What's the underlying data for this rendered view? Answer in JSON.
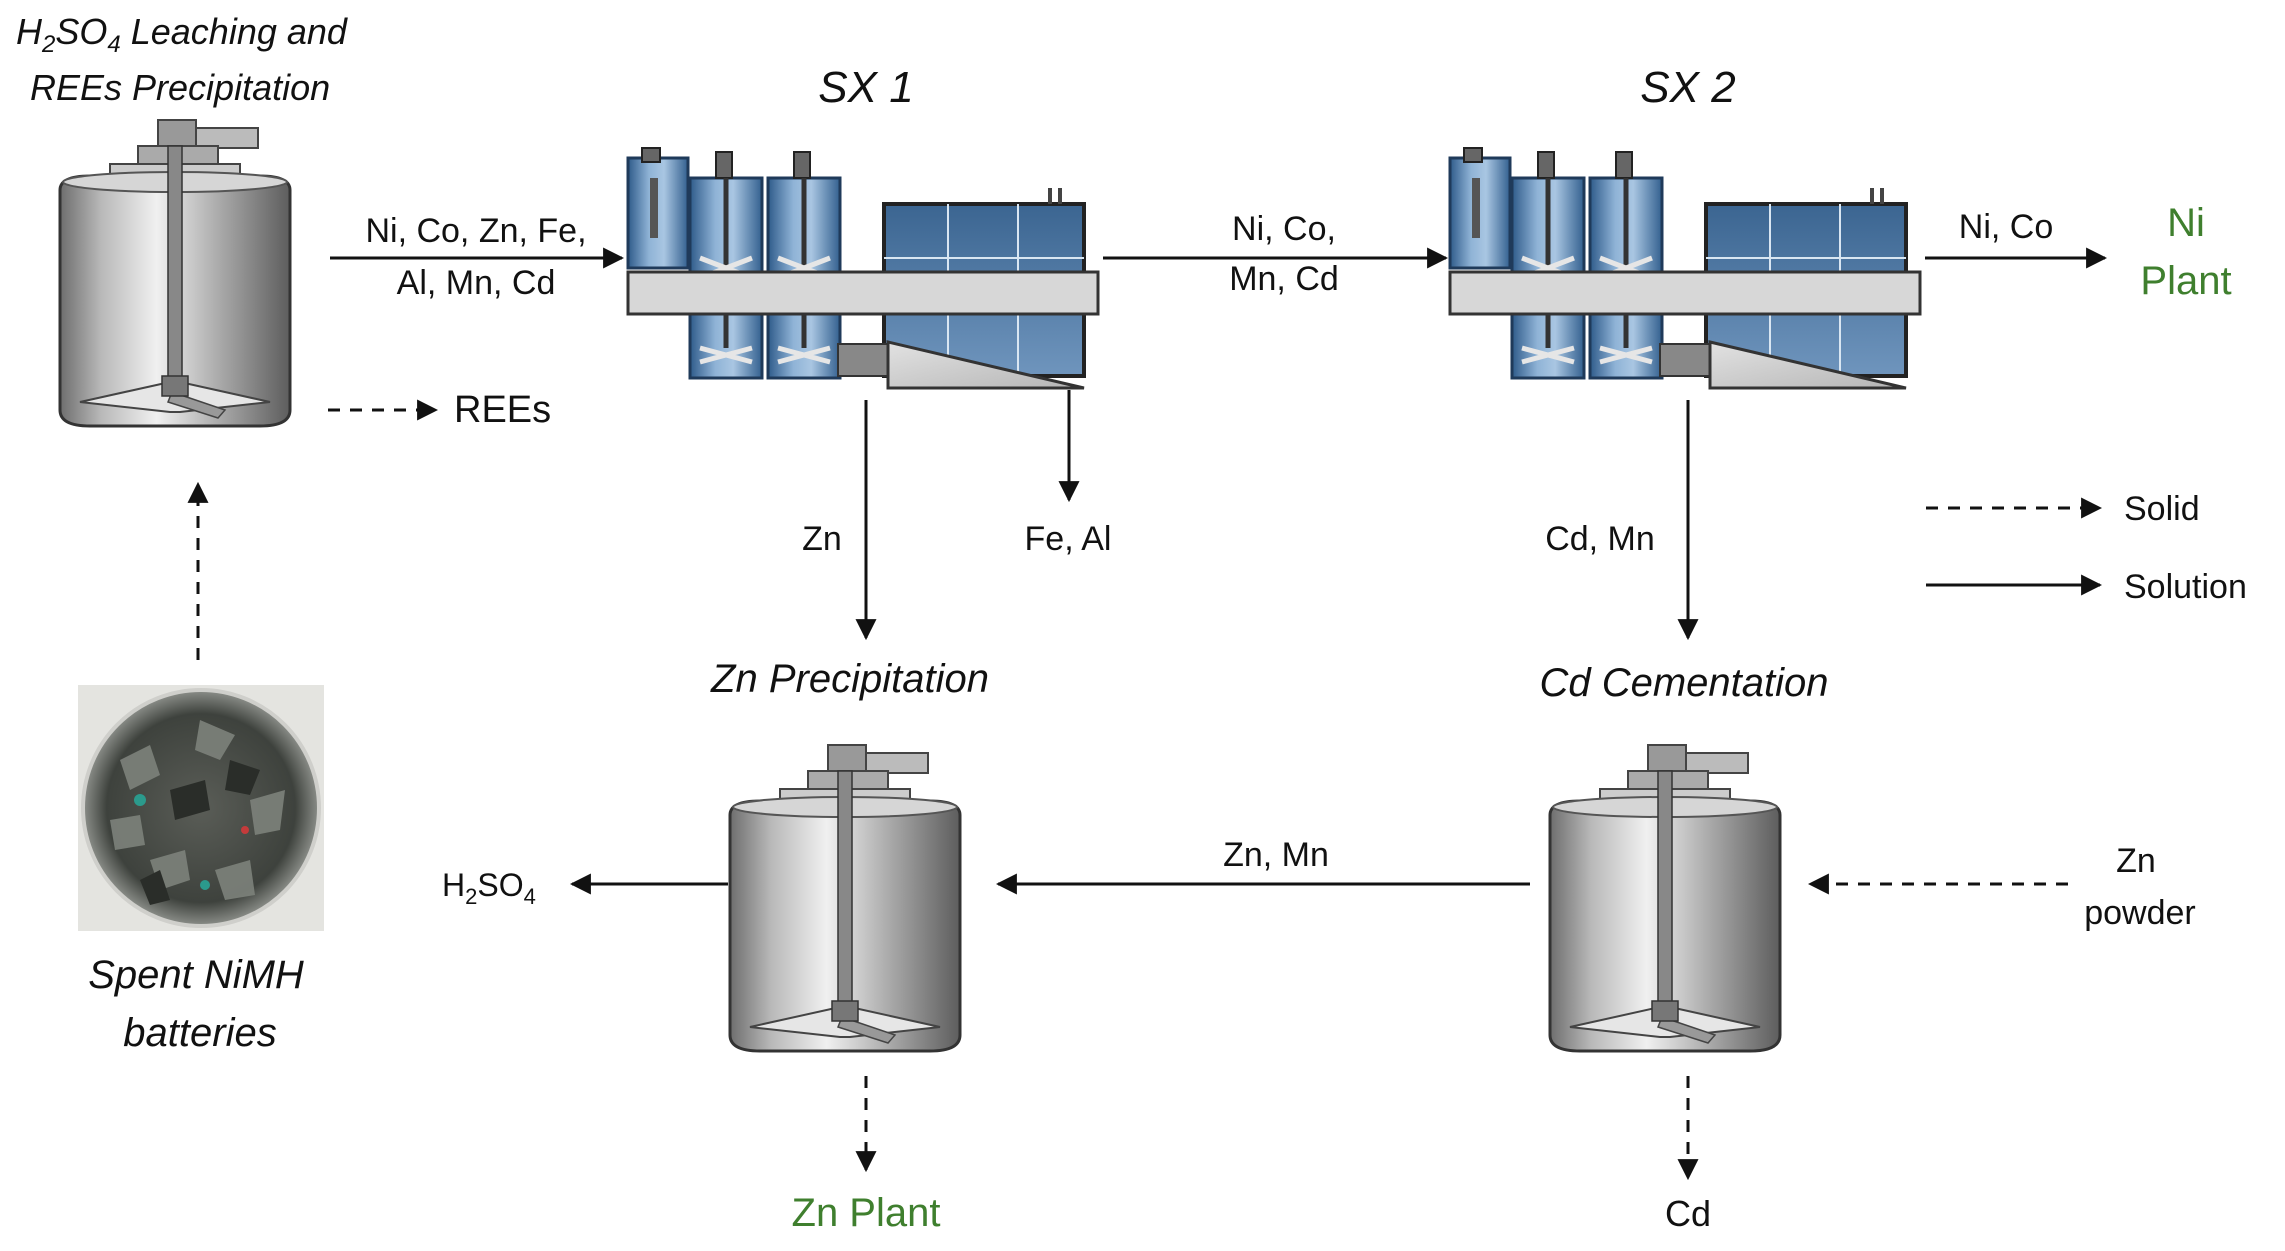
{
  "labels": {
    "leach_title_l1_pre": "H",
    "leach_title_l1_sub1": "2",
    "leach_title_l1_mid": "SO",
    "leach_title_l1_sub2": "4",
    "leach_title_l1_post": " Leaching and",
    "leach_title_l2": "REEs Precipitation",
    "sx1_title": "SX 1",
    "sx2_title": "SX 2",
    "feed_l1": "Ni, Co, Zn, Fe,",
    "feed_l2": "Al, Mn, Cd",
    "rees": "REEs",
    "mid_l1": "Ni, Co,",
    "mid_l2": "Mn, Cd",
    "nico": "Ni, Co",
    "ni_plant_l1": "Ni",
    "ni_plant_l2": "Plant",
    "zn": "Zn",
    "feal": "Fe, Al",
    "cdmn": "Cd, Mn",
    "zn_precip": "Zn Precipitation",
    "cd_cement": "Cd Cementation",
    "znmn": "Zn, Mn",
    "h2so4_pre": "H",
    "h2so4_sub1": "2",
    "h2so4_mid": "SO",
    "h2so4_sub2": "4",
    "zn_powder_l1": "Zn",
    "zn_powder_l2": "powder",
    "zn_plant": "Zn Plant",
    "cd": "Cd",
    "spent_l1": "Spent NiMH",
    "spent_l2": "batteries",
    "legend_solid": "Solid",
    "legend_solution": "Solution"
  },
  "colors": {
    "product_green": "#3f7f2e",
    "text": "#111111",
    "tank_blue": "#5b86b3"
  }
}
